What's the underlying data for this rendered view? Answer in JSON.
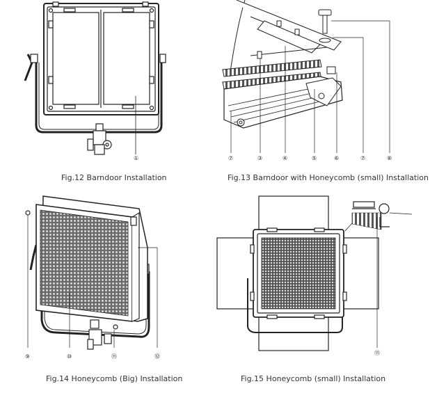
{
  "figures": [
    {
      "caption": "Fig.12 Barndoor Installation",
      "callouts": [
        "①"
      ]
    },
    {
      "caption": "Fig.13 Barndoor with Honeycomb (small) Installation",
      "callouts": [
        "⑦",
        "③",
        "④",
        "⑤",
        "⑥",
        "⑦",
        "⑧"
      ]
    },
    {
      "caption": "Fig.14 Honeycomb (Big) Installation",
      "callouts": [
        "⑨",
        "⑩",
        "⑪",
        "⑫"
      ]
    },
    {
      "caption": "Fig.15 Honeycomb (small) Installation",
      "callouts": [
        "⑪"
      ]
    }
  ]
}
